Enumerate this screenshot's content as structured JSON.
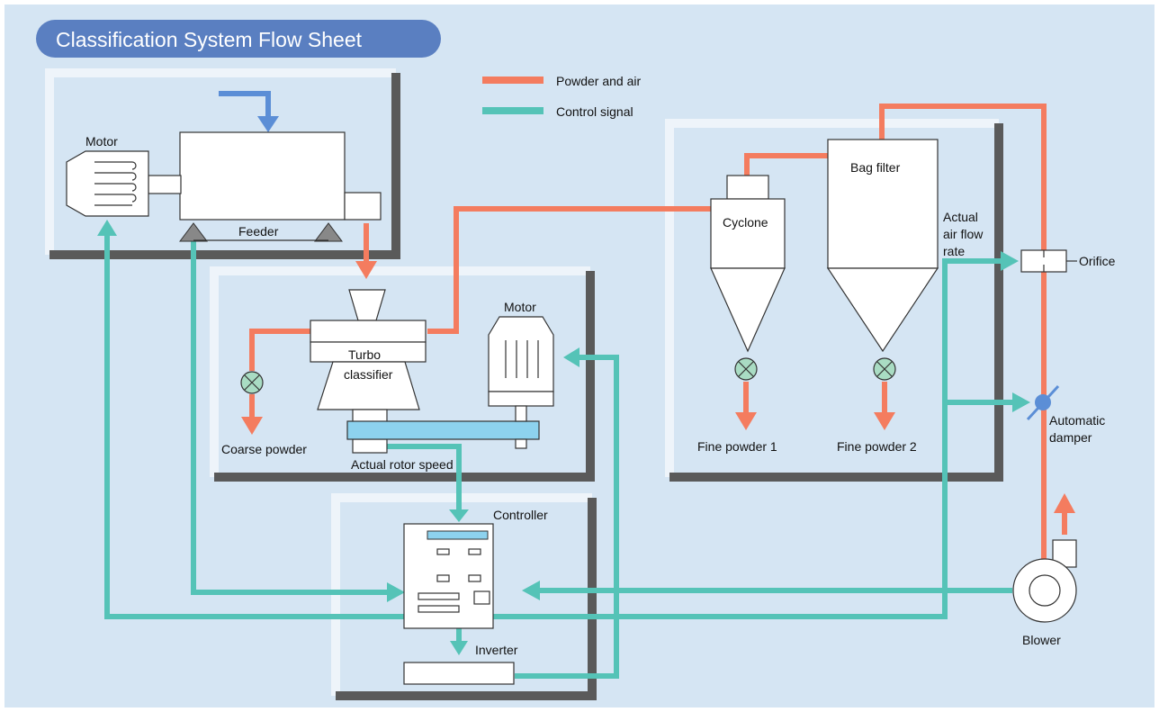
{
  "title": "Classification System Flow Sheet",
  "legend": [
    {
      "label": "Powder and air",
      "color": "#f47c5f"
    },
    {
      "label": "Control signal",
      "color": "#55c3b7"
    }
  ],
  "labels": {
    "motor_feeder": "Motor",
    "feeder": "Feeder",
    "turbo_classifier_1": "Turbo",
    "turbo_classifier_2": "classifier",
    "motor_classifier": "Motor",
    "coarse_powder": "Coarse powder",
    "actual_rotor_speed": "Actual rotor speed",
    "controller": "Controller",
    "inverter": "Inverter",
    "cyclone": "Cyclone",
    "bag_filter": "Bag filter",
    "fine_powder_1": "Fine powder 1",
    "fine_powder_2": "Fine powder 2",
    "actual_air_flow_1": "Actual",
    "actual_air_flow_2": "air flow",
    "actual_air_flow_3": "rate",
    "orifice": "Orifice",
    "automatic_damper_1": "Automatic",
    "automatic_damper_2": "damper",
    "blower": "Blower"
  },
  "colors": {
    "background": "#d5e5f3",
    "title_pill": "#5a7fc1",
    "powder_line": "#f47c5f",
    "signal_line": "#55c3b7",
    "feed_arrow": "#5b8ed6",
    "frame_dark": "#5a5a5a",
    "frame_light": "#eef4fa",
    "belt": "#8dd2ee"
  }
}
